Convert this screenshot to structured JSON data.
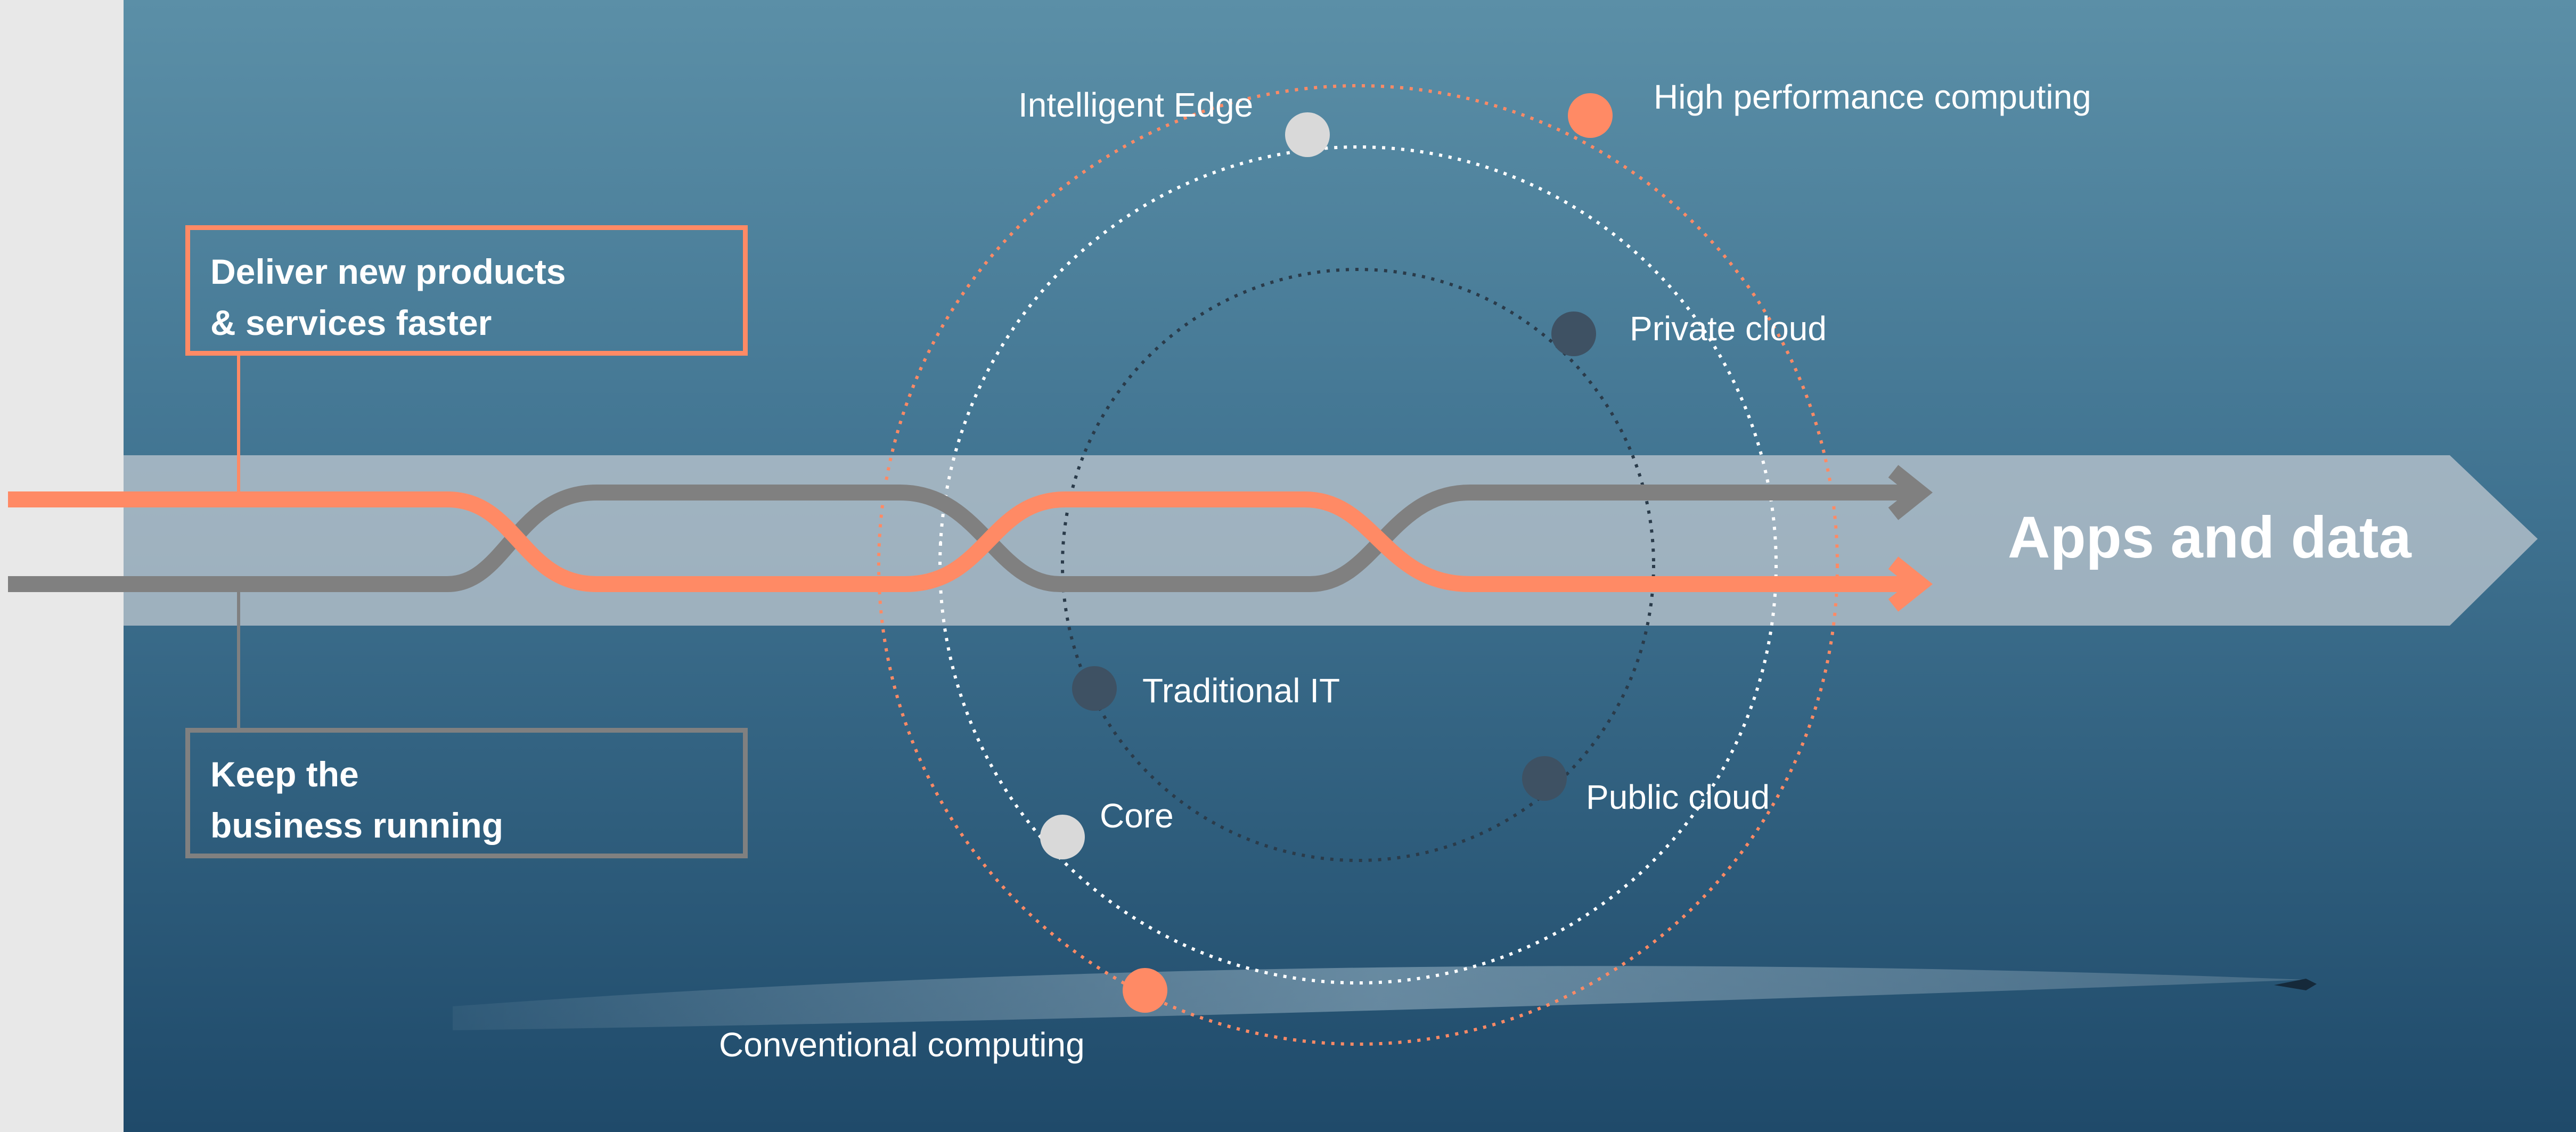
{
  "colors": {
    "accent": "#ff8a65",
    "grey_line": "#808080",
    "dark_node": "#3e5163",
    "light_node": "#d9d9d9",
    "band": "#b4bcc2",
    "sea_top": "#5a8ea6",
    "sea_bottom": "#1e4868",
    "panel": "#e8e8e8"
  },
  "boxes": {
    "top": {
      "line1": "Deliver new products",
      "line2": "& services faster"
    },
    "bottom": {
      "line1": "Keep the",
      "line2": "business running"
    }
  },
  "arrow_band": {
    "label": "Apps and data"
  },
  "nodes": [
    {
      "label": "Intelligent Edge",
      "style": "light",
      "icon": "light-circle"
    },
    {
      "label": "High performance computing",
      "style": "accent",
      "icon": "orange-circle"
    },
    {
      "label": "Private cloud",
      "style": "dark",
      "icon": "dark-circle"
    },
    {
      "label": "Traditional IT",
      "style": "dark",
      "icon": "dark-circle"
    },
    {
      "label": "Core",
      "style": "light",
      "icon": "light-circle"
    },
    {
      "label": "Public cloud",
      "style": "dark",
      "icon": "dark-circle"
    },
    {
      "label": "Conventional computing",
      "style": "accent",
      "icon": "orange-circle"
    }
  ]
}
